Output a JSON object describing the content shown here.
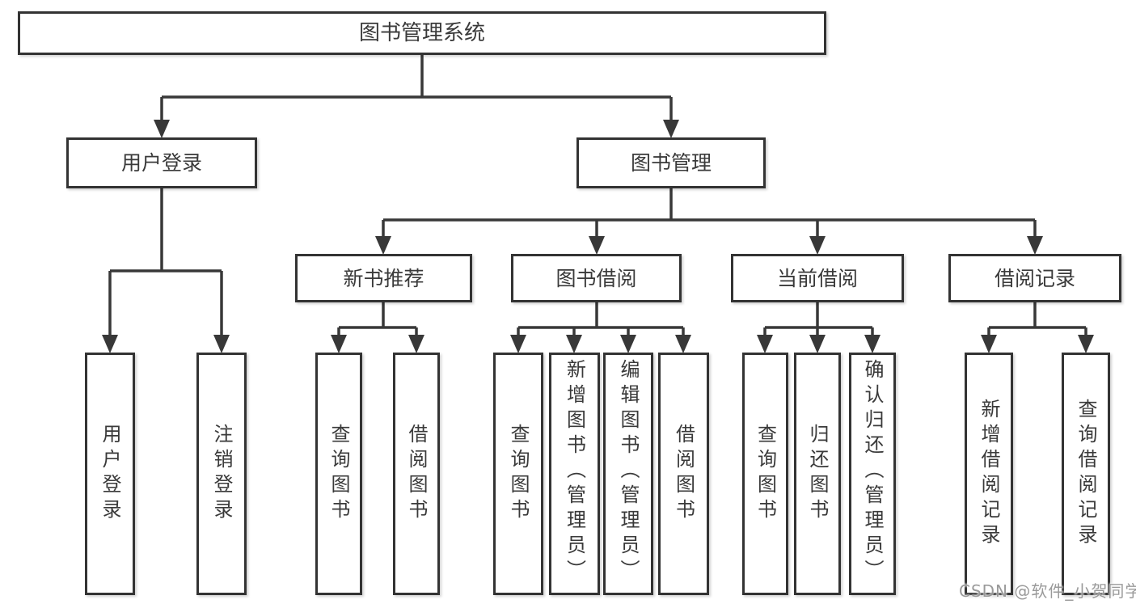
{
  "diagram": {
    "root_label": "图书管理系统",
    "level2": {
      "user_login": "用户登录",
      "book_management": "图书管理"
    },
    "level3": {
      "new_book_recommend": "新书推荐",
      "book_borrowing": "图书借阅",
      "current_borrowing": "当前借阅",
      "borrowing_records": "借阅记录"
    },
    "leaves": {
      "user_login": [
        "用户登录",
        "注销登录"
      ],
      "new_book_recommend": [
        "查询图书",
        "借阅图书"
      ],
      "book_borrowing": [
        "查询图书",
        "新增图书（管理员）",
        "编辑图书（管理员）",
        "借阅图书"
      ],
      "current_borrowing": [
        "查询图书",
        "归还图书",
        "确认归还（管理员）"
      ],
      "borrowing_records": [
        "新增借阅记录",
        "查询借阅记录"
      ]
    }
  },
  "watermark": {
    "text": "CSDN @软件_小贺同学"
  },
  "colors": {
    "line": "#383838",
    "text": "#3a3a3a",
    "background": "#ffffff",
    "watermark": "#919191"
  }
}
